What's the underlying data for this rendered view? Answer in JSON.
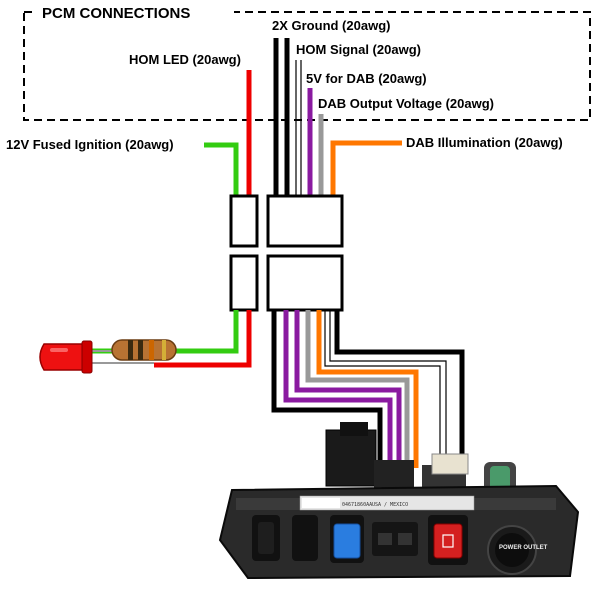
{
  "title": "PCM CONNECTIONS",
  "labels": {
    "ground": "2X Ground (20awg)",
    "hom_signal": "HOM Signal (20awg)",
    "hom_led": "HOM LED (20awg)",
    "dab_5v": "5V for DAB (20awg)",
    "dab_output": "DAB Output Voltage (20awg)",
    "ignition": "12V Fused Ignition (20awg)",
    "dab_illumination": "DAB Illumination (20awg)"
  },
  "switch_panel": {
    "part_number": "04671860AA",
    "origin": "USA / MEXICO",
    "outlet_text": "POWER OUTLET"
  },
  "colors": {
    "ground": "#000000",
    "hom_signal": "#000000",
    "hom_led": "#ee0000",
    "dab_5v": "#8a1aa0",
    "dab_output": "#999999",
    "ignition": "#33cc11",
    "dab_illumination": "#ff7700",
    "led": "#ee1111",
    "resistor": "#b87333"
  }
}
